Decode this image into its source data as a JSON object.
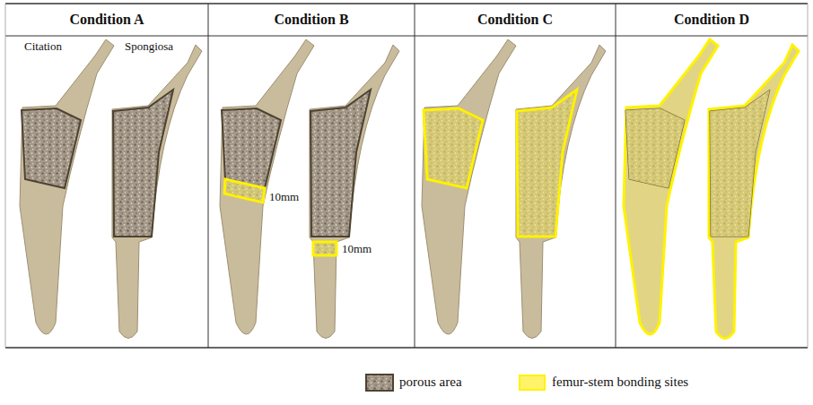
{
  "diagram": {
    "labels": [
      "Condition A",
      "Condition B",
      "Condition C",
      "Condition D",
      "Citation",
      "Spongiosa",
      "10mm",
      "10mm"
    ],
    "legend": [
      {
        "text": "porous area"
      },
      {
        "text": "femur-stem bonding sites",
        "color": "#fff36b"
      }
    ]
  }
}
